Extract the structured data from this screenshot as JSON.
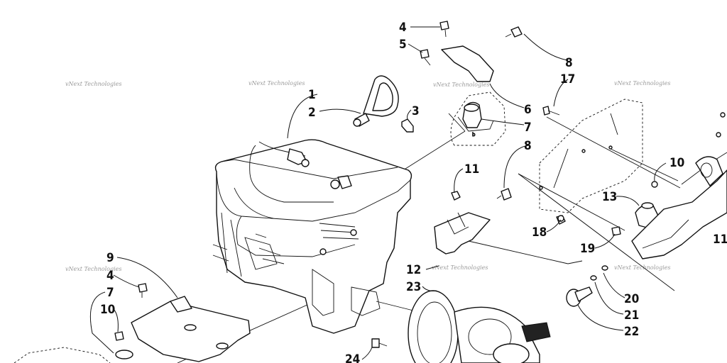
{
  "diagram": {
    "callouts": [
      {
        "label": "1"
      },
      {
        "label": "2"
      },
      {
        "label": "3"
      },
      {
        "label": "4"
      },
      {
        "label": "5"
      },
      {
        "label": "6"
      },
      {
        "label": "7"
      },
      {
        "label": "8"
      },
      {
        "label": "8"
      },
      {
        "label": "17"
      },
      {
        "label": "11"
      },
      {
        "label": "10"
      },
      {
        "label": "13"
      },
      {
        "label": "18"
      },
      {
        "label": "19"
      },
      {
        "label": "11"
      },
      {
        "label": "12"
      },
      {
        "label": "23"
      },
      {
        "label": "20"
      },
      {
        "label": "21"
      },
      {
        "label": "22"
      },
      {
        "label": "24"
      },
      {
        "label": "9"
      },
      {
        "label": "4"
      },
      {
        "label": "7"
      },
      {
        "label": "10"
      }
    ],
    "watermark": "vNext Technologies"
  }
}
